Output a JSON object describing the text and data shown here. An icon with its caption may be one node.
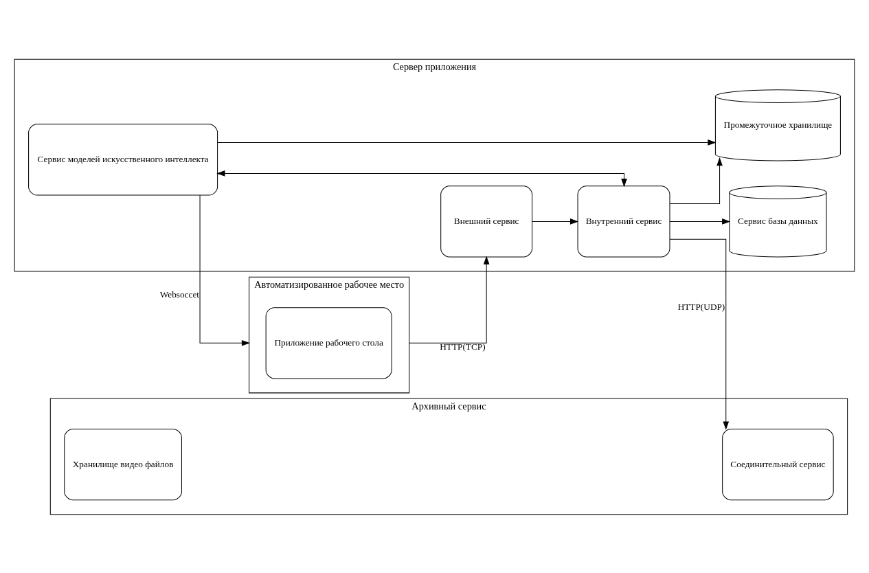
{
  "diagram": {
    "nodes": [
      {
        "text": [
          "Сервер приложения"
        ]
      },
      {
        "text": [
          "Сервис моделей искусственного интеллекта"
        ],
        "in": 0
      },
      {
        "text": [
          "Промежуточное хранилище"
        ],
        "in": 0
      },
      {
        "text": [
          "Внутренний сервис"
        ],
        "in": 0
      },
      {
        "text": [
          "Сервис базы данных"
        ],
        "in": 0
      },
      {
        "text": [
          "Внешний сервис"
        ],
        "in": 0
      },
      {
        "text": [
          "Архивный сервис"
        ]
      },
      {
        "text": [
          "Хранилище видео файлов"
        ],
        "in": 6
      },
      {
        "text": [
          "Соединительный сервис"
        ],
        "in": 6
      },
      {
        "text": [
          "Автоматизированное рабочее место"
        ]
      },
      {
        "text": [
          "Приложение рабочего стола"
        ],
        "in": 9
      }
    ],
    "edges": [
      {
        "from": 1,
        "to": 2,
        "arrow": "to"
      },
      {
        "from": 1,
        "to": 3,
        "arrow": "both"
      },
      {
        "from": 3,
        "to": 2,
        "arrow": "to"
      },
      {
        "from": 3,
        "to": 4,
        "arrow": "to"
      },
      {
        "from": 3,
        "to": 8,
        "arrow": "to",
        "label": "HTTP(UDP)"
      },
      {
        "from": 5,
        "to": 3,
        "arrow": "to"
      },
      {
        "from": 1,
        "to": 9,
        "arrow": "to",
        "label": "Websoccet"
      },
      {
        "from": 9,
        "to": 5,
        "arrow": "to",
        "label": "HTTP(TCP)"
      }
    ]
  }
}
